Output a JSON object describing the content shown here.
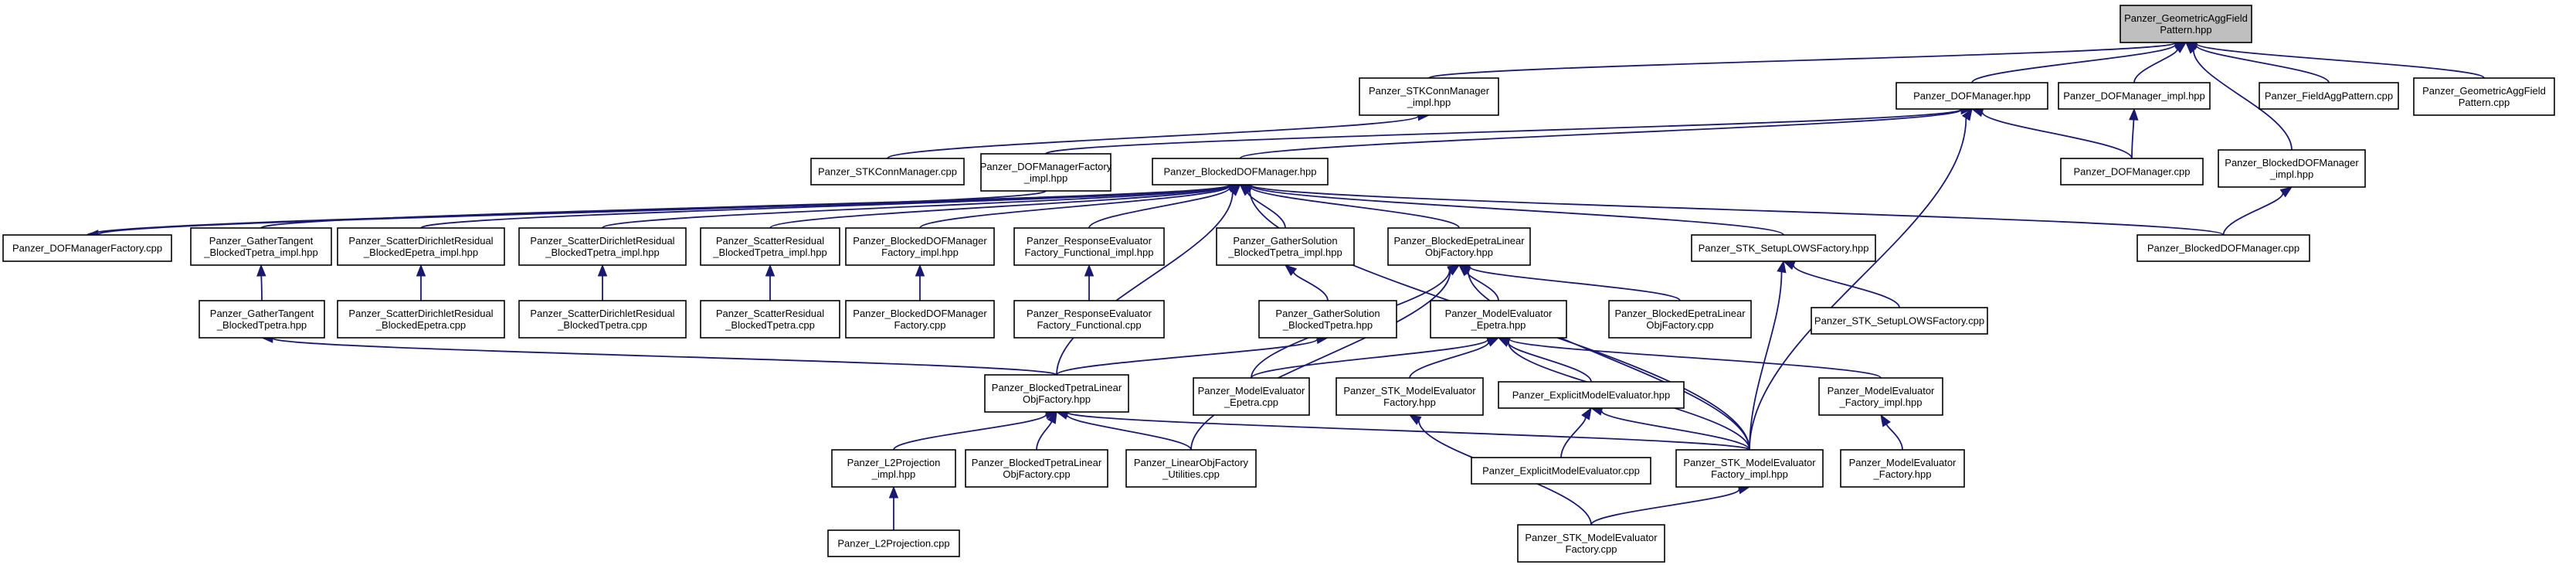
{
  "nodes": {
    "root": [
      "Panzer_GeometricAggField",
      "Pattern.hpp"
    ],
    "stkconn_impl": [
      "Panzer_STKConnManager",
      "_impl.hpp"
    ],
    "dofmgr": [
      "Panzer_DOFManager.hpp"
    ],
    "dofmgr_impl": [
      "Panzer_DOFManager_impl.hpp"
    ],
    "fieldagg": [
      "Panzer_FieldAggPattern.cpp"
    ],
    "geomagg_cpp": [
      "Panzer_GeometricAggField",
      "Pattern.cpp"
    ],
    "stkconn_cpp": [
      "Panzer_STKConnManager.cpp"
    ],
    "dofmgrfact_impl": [
      "Panzer_DOFManagerFactory",
      "_impl.hpp"
    ],
    "bdofmgr": [
      "Panzer_BlockedDOFManager.hpp"
    ],
    "dofmgr_cpp": [
      "Panzer_DOFManager.cpp"
    ],
    "bdofmgr_impl": [
      "Panzer_BlockedDOFManager",
      "_impl.hpp"
    ],
    "dofmgrfact_cpp": [
      "Panzer_DOFManagerFactory.cpp"
    ],
    "gathertan_impl": [
      "Panzer_GatherTangent",
      "_BlockedTpetra_impl.hpp"
    ],
    "scdir_be_impl": [
      "Panzer_ScatterDirichletResidual",
      "_BlockedEpetra_impl.hpp"
    ],
    "scdir_bt_impl": [
      "Panzer_ScatterDirichletResidual",
      "_BlockedTpetra_impl.hpp"
    ],
    "scres_bt_impl": [
      "Panzer_ScatterResidual",
      "_BlockedTpetra_impl.hpp"
    ],
    "bdoffact_impl": [
      "Panzer_BlockedDOFManager",
      "Factory_impl.hpp"
    ],
    "resp_impl": [
      "Panzer_ResponseEvaluator",
      "Factory_Functional_impl.hpp"
    ],
    "gathersol_impl": [
      "Panzer_GatherSolution",
      "_BlockedTpetra_impl.hpp"
    ],
    "bepetra_hpp": [
      "Panzer_BlockedEpetraLinear",
      "ObjFactory.hpp"
    ],
    "setuplows_hpp": [
      "Panzer_STK_SetupLOWSFactory.hpp"
    ],
    "bdofmgr_cpp": [
      "Panzer_BlockedDOFManager.cpp"
    ],
    "gathertan_hpp": [
      "Panzer_GatherTangent",
      "_BlockedTpetra.hpp"
    ],
    "scdir_be_cpp": [
      "Panzer_ScatterDirichletResidual",
      "_BlockedEpetra.cpp"
    ],
    "scdir_bt_cpp": [
      "Panzer_ScatterDirichletResidual",
      "_BlockedTpetra.cpp"
    ],
    "scres_bt_cpp": [
      "Panzer_ScatterResidual",
      "_BlockedTpetra.cpp"
    ],
    "bdoffact_cpp": [
      "Panzer_BlockedDOFManager",
      "Factory.cpp"
    ],
    "resp_cpp": [
      "Panzer_ResponseEvaluator",
      "Factory_Functional.cpp"
    ],
    "gathersol_hpp": [
      "Panzer_GatherSolution",
      "_BlockedTpetra.hpp"
    ],
    "me_epetra_hpp": [
      "Panzer_ModelEvaluator",
      "_Epetra.hpp"
    ],
    "bepetra_cpp": [
      "Panzer_BlockedEpetraLinear",
      "ObjFactory.cpp"
    ],
    "setuplows_cpp": [
      "Panzer_STK_SetupLOWSFactory.cpp"
    ],
    "btpetra_hpp": [
      "Panzer_BlockedTpetraLinear",
      "ObjFactory.hpp"
    ],
    "me_epetra_cpp": [
      "Panzer_ModelEvaluator",
      "_Epetra.cpp"
    ],
    "stk_mef_hpp": [
      "Panzer_STK_ModelEvaluator",
      "Factory.hpp"
    ],
    "explicit_hpp": [
      "Panzer_ExplicitModelEvaluator.hpp"
    ],
    "mef_impl": [
      "Panzer_ModelEvaluator",
      "_Factory_impl.hpp"
    ],
    "l2proj_impl": [
      "Panzer_L2Projection",
      "_impl.hpp"
    ],
    "btpetra_cpp": [
      "Panzer_BlockedTpetraLinear",
      "ObjFactory.cpp"
    ],
    "linobj_cpp": [
      "Panzer_LinearObjFactory",
      "_Utilities.cpp"
    ],
    "explicit_cpp": [
      "Panzer_ExplicitModelEvaluator.cpp"
    ],
    "stk_mef_impl": [
      "Panzer_STK_ModelEvaluator",
      "Factory_impl.hpp"
    ],
    "mef_hpp": [
      "Panzer_ModelEvaluator",
      "_Factory.hpp"
    ],
    "l2proj_cpp": [
      "Panzer_L2Projection.cpp"
    ],
    "stk_mef_cpp": [
      "Panzer_STK_ModelEvaluator",
      "Factory.cpp"
    ]
  },
  "edges": [
    [
      "stkconn_impl",
      "root"
    ],
    [
      "dofmgr",
      "root"
    ],
    [
      "dofmgr_impl",
      "root"
    ],
    [
      "fieldagg",
      "root"
    ],
    [
      "geomagg_cpp",
      "root"
    ],
    [
      "bdofmgr_impl",
      "root"
    ],
    [
      "stkconn_cpp",
      "stkconn_impl"
    ],
    [
      "dofmgrfact_impl",
      "dofmgr"
    ],
    [
      "bdofmgr",
      "dofmgr"
    ],
    [
      "dofmgr_cpp",
      "dofmgr"
    ],
    [
      "dofmgr_cpp",
      "dofmgr_impl"
    ],
    [
      "stk_mef_impl",
      "dofmgr"
    ],
    [
      "bdofmgr_cpp",
      "bdofmgr_impl"
    ],
    [
      "dofmgrfact_cpp",
      "bdofmgr"
    ],
    [
      "gathertan_impl",
      "bdofmgr"
    ],
    [
      "scdir_be_impl",
      "bdofmgr"
    ],
    [
      "scdir_bt_impl",
      "bdofmgr"
    ],
    [
      "scres_bt_impl",
      "bdofmgr"
    ],
    [
      "bdoffact_impl",
      "bdofmgr"
    ],
    [
      "resp_impl",
      "bdofmgr"
    ],
    [
      "gathersol_impl",
      "bdofmgr"
    ],
    [
      "bepetra_hpp",
      "bdofmgr"
    ],
    [
      "setuplows_hpp",
      "bdofmgr"
    ],
    [
      "bdofmgr_cpp",
      "bdofmgr"
    ],
    [
      "btpetra_hpp",
      "bdofmgr"
    ],
    [
      "stk_mef_impl",
      "bdofmgr"
    ],
    [
      "dofmgrfact_impl",
      "dofmgrfact_cpp"
    ],
    [
      "gathertan_hpp",
      "gathertan_impl"
    ],
    [
      "scdir_be_cpp",
      "scdir_be_impl"
    ],
    [
      "scdir_bt_cpp",
      "scdir_bt_impl"
    ],
    [
      "scres_bt_cpp",
      "scres_bt_impl"
    ],
    [
      "bdoffact_cpp",
      "bdoffact_impl"
    ],
    [
      "resp_cpp",
      "resp_impl"
    ],
    [
      "gathersol_hpp",
      "gathersol_impl"
    ],
    [
      "btpetra_hpp",
      "gathertan_hpp"
    ],
    [
      "btpetra_hpp",
      "gathersol_hpp"
    ],
    [
      "me_epetra_hpp",
      "bepetra_hpp"
    ],
    [
      "bepetra_cpp",
      "bepetra_hpp"
    ],
    [
      "me_epetra_cpp",
      "bepetra_hpp"
    ],
    [
      "linobj_cpp",
      "bepetra_hpp"
    ],
    [
      "stk_mef_impl",
      "bepetra_hpp"
    ],
    [
      "stk_mef_impl",
      "setuplows_hpp"
    ],
    [
      "setuplows_cpp",
      "setuplows_hpp"
    ],
    [
      "me_epetra_cpp",
      "me_epetra_hpp"
    ],
    [
      "stk_mef_hpp",
      "me_epetra_hpp"
    ],
    [
      "explicit_hpp",
      "me_epetra_hpp"
    ],
    [
      "mef_impl",
      "me_epetra_hpp"
    ],
    [
      "stk_mef_impl",
      "me_epetra_hpp"
    ],
    [
      "l2proj_impl",
      "btpetra_hpp"
    ],
    [
      "btpetra_cpp",
      "btpetra_hpp"
    ],
    [
      "linobj_cpp",
      "btpetra_hpp"
    ],
    [
      "stk_mef_impl",
      "btpetra_hpp"
    ],
    [
      "explicit_cpp",
      "explicit_hpp"
    ],
    [
      "stk_mef_impl",
      "explicit_hpp"
    ],
    [
      "mef_hpp",
      "mef_impl"
    ],
    [
      "stk_mef_cpp",
      "stk_mef_hpp"
    ],
    [
      "stk_mef_cpp",
      "stk_mef_impl"
    ],
    [
      "l2proj_cpp",
      "l2proj_impl"
    ]
  ]
}
